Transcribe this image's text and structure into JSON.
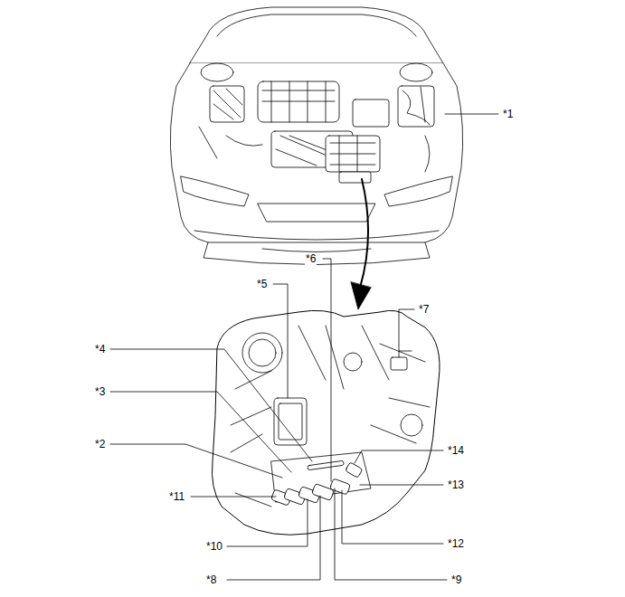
{
  "diagram": {
    "labels": [
      "*1",
      "*6",
      "*5",
      "*7",
      "*4",
      "*3",
      "*2",
      "*14",
      "*11",
      "*13",
      "*10",
      "*12",
      "*8",
      "*9"
    ]
  }
}
